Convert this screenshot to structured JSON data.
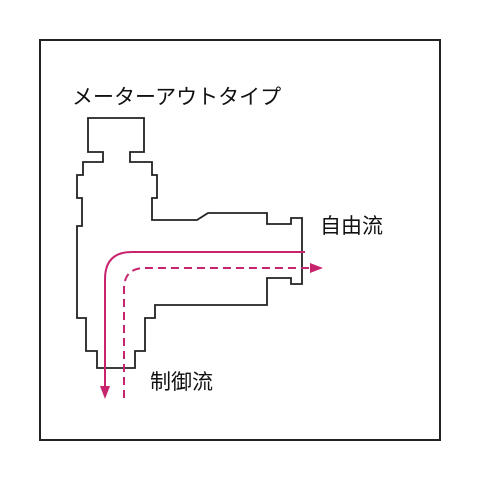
{
  "labels": {
    "title": "メーターアウトタイプ",
    "free_flow": "自由流",
    "controlled_flow": "制御流"
  },
  "colors": {
    "outline": "#222222",
    "flow": "#c8246e"
  },
  "icons": {
    "fitting": "speed-controller-fitting-icon"
  }
}
